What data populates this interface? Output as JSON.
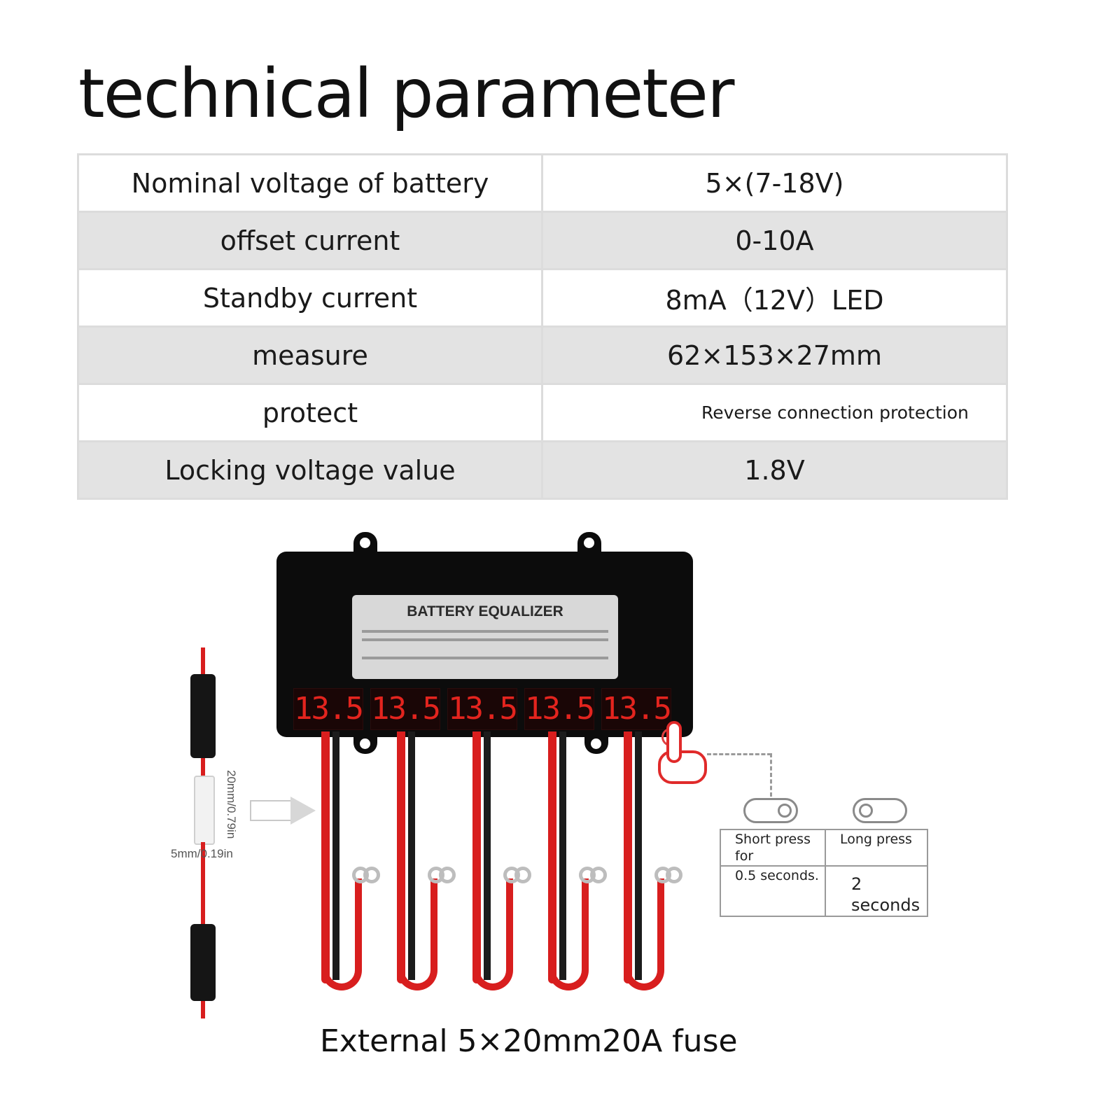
{
  "title": "technical parameter",
  "specs": [
    {
      "key": "Nominal voltage of battery",
      "value": "5×(7-18V)"
    },
    {
      "key": "offset current",
      "value": "0-10A"
    },
    {
      "key": "Standby current",
      "value": "8mA（12V）LED"
    },
    {
      "key": "measure",
      "value": "62×153×27mm"
    },
    {
      "key": "protect",
      "value": "Reverse connection protection"
    },
    {
      "key": "Locking voltage value",
      "value": "1.8V"
    }
  ],
  "device": {
    "label": "BATTERY EQUALIZER",
    "readings": [
      "13.5",
      "13.5",
      "13.5",
      "13.5",
      "13.5"
    ]
  },
  "fuse": {
    "length_label": "20mm/0.79in",
    "width_label": "5mm/0.19in"
  },
  "press": {
    "short_top": "Short press for",
    "short_bottom": "0.5 seconds.",
    "long_top": "Long press",
    "long_bottom": "2 seconds"
  },
  "caption": "External 5×20mm20A fuse",
  "colors": {
    "led_red": "#e3241e",
    "wire_red": "#d81e1e",
    "row_shade": "#e3e3e3"
  }
}
